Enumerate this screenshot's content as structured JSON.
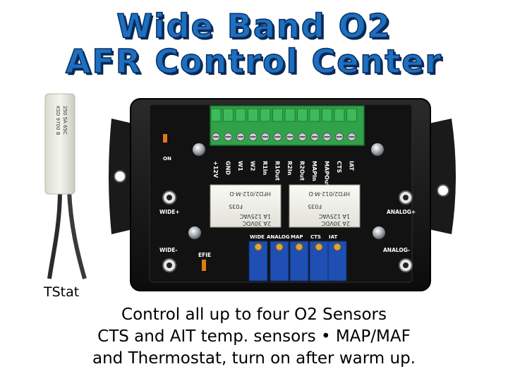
{
  "title": {
    "line1": "Wide Band O2",
    "line2": "AFR Control Center"
  },
  "sensor_label": "TStat",
  "sensor_markings": [
    "KSD 9700 B",
    "250  5A 65C"
  ],
  "terminal_labels": [
    "+12V",
    "GND",
    "W1",
    "W2",
    "R1in",
    "R1Out",
    "R2In",
    "R2Out",
    "MAPIn",
    "MAPOut",
    "CTS",
    "IAT"
  ],
  "board_labels": {
    "on": "ON",
    "wide_plus": "WIDE+",
    "wide_minus": "WIDE-",
    "analog_plus": "ANALOG+",
    "analog_minus": "ANALOG-",
    "efie": "EFIE"
  },
  "pot_labels": [
    "WIDE",
    "ANALOG",
    "MAP",
    "CTS",
    "IAT"
  ],
  "relay": {
    "rating1": "2A 30VDC",
    "rating2": "1A 125VAC",
    "model": "HFD2/012-M-D",
    "code": "F035"
  },
  "caption": {
    "line1": "Control all up to four O2 Sensors",
    "line2": "CTS and AIT temp. sensors • MAP/MAF",
    "line3": "and Thermostat, turn on after warm up."
  }
}
